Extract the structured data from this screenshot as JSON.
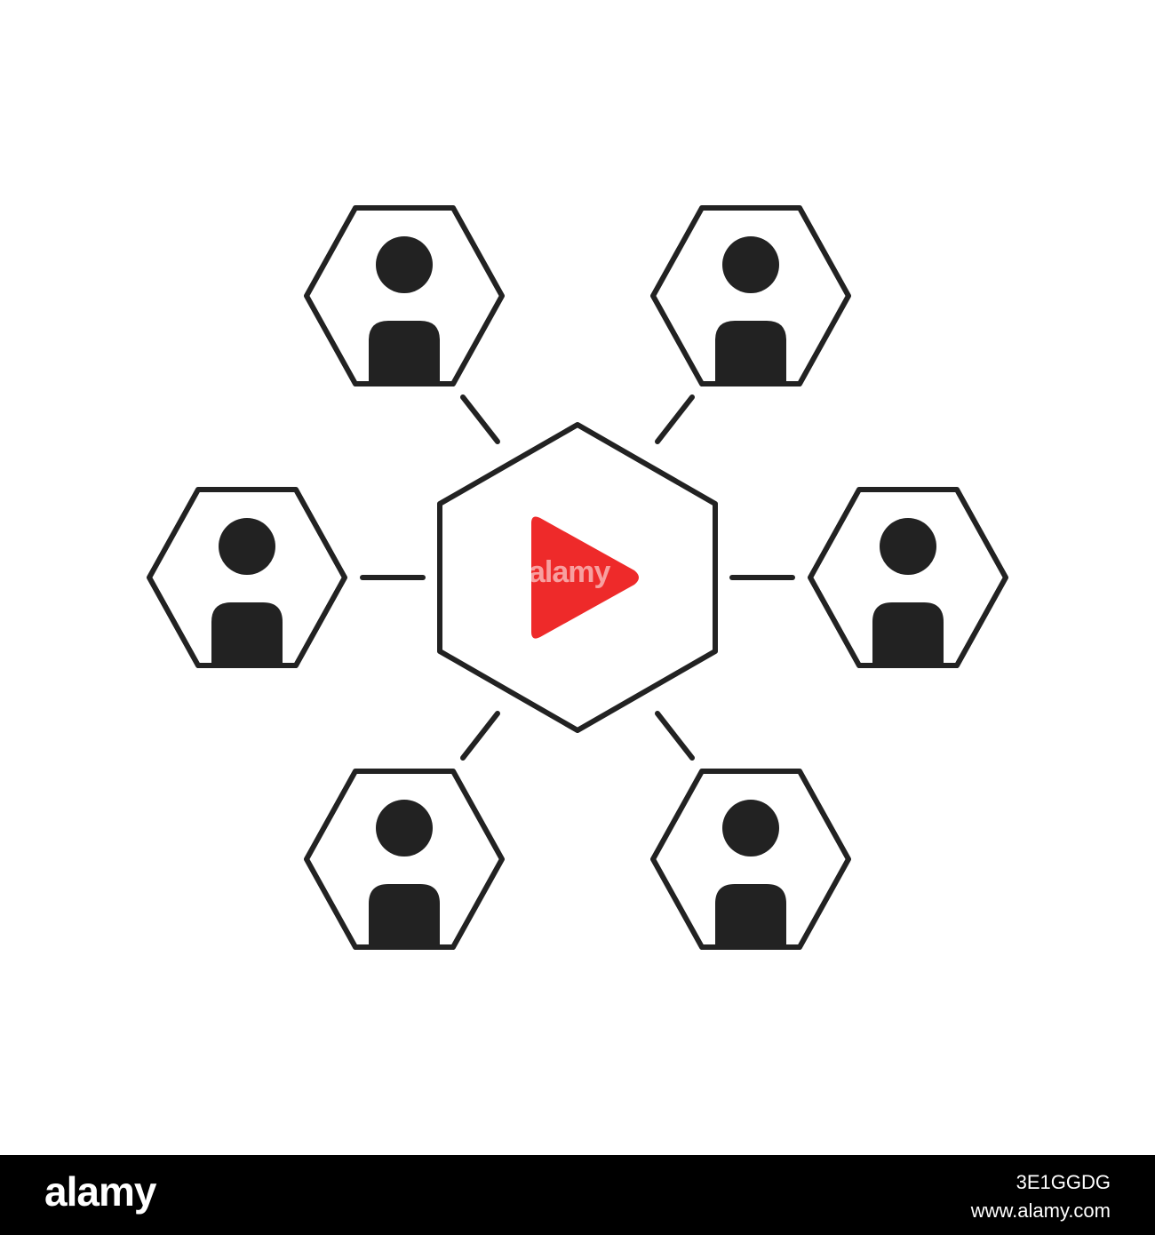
{
  "colors": {
    "line": "#222222",
    "play": "#ee2a2a",
    "background": "#ffffff",
    "footer_bg": "#000000"
  },
  "diagram": {
    "center_icon": "play-icon",
    "node_icon": "user-icon",
    "node_count": 6
  },
  "watermark": {
    "text": "alamy"
  },
  "footer": {
    "logo": "alamy",
    "image_id": "3E1GGDG",
    "url": "www.alamy.com"
  }
}
